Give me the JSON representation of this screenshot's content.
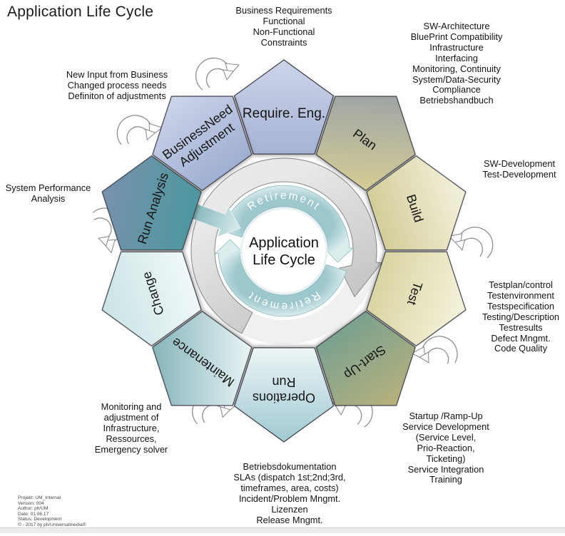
{
  "title": "Application Life Cycle",
  "diagram": {
    "center_title_line1": "Application",
    "center_title_line2": "Life Cycle",
    "ring_text_top": "Retirement",
    "ring_text_bottom": "Retirement",
    "phases": [
      {
        "id": "require-eng",
        "label": "Require. Eng.",
        "color_a": "#ccd4e8",
        "color_b": "#a6b3d5"
      },
      {
        "id": "plan",
        "label": "Plan",
        "color_a": "#8f99aa",
        "color_b": "#d2cb96"
      },
      {
        "id": "build",
        "label": "Build",
        "color_a": "#f4f2de",
        "color_b": "#d3cd99"
      },
      {
        "id": "test",
        "label": "Test",
        "color_a": "#f5f3dc",
        "color_b": "#d9d4a2"
      },
      {
        "id": "start-up",
        "label": "Start-Up",
        "color_a": "#b7b17d",
        "color_b": "#7aa18e"
      },
      {
        "id": "operations-run",
        "lines": [
          "Operations",
          "Run"
        ],
        "color_a": "#9fc9d1",
        "color_b": "#ecf5f6"
      },
      {
        "id": "maintenance",
        "label": "Maintenance",
        "color_a": "#6fa7ad",
        "color_b": "#e8f3f4"
      },
      {
        "id": "change",
        "label": "Change",
        "color_a": "#c9e3e4",
        "color_b": "#f0f8f8"
      },
      {
        "id": "run-analysis",
        "label": "Run Analysis",
        "color_a": "#7b91ab",
        "color_b": "#4f97a0"
      },
      {
        "id": "businessneed-adjustment",
        "lines": [
          "BusinessNeed",
          "Adjustment"
        ],
        "color_a": "#ced5ea",
        "color_b": "#9fafd2"
      }
    ]
  },
  "annotations": {
    "business_requirements": "Business Requirements\nFunctional\nNon-Functional\nConstraints",
    "plan_notes": "SW-Architecture\nBluePrint Compatibility\nInfrastructure\nInterfacing\nMonitoring, Continuity\nSystem/Data-Security\nCompliance\nBetriebshandbuch",
    "build_notes": "SW-Development\nTest-Development",
    "test_notes": "Testplan/control\nTestenvironment\nTestspecification\nTesting/Description\nTestresults\nDefect Mngmt.\nCode Quality",
    "startup_notes": "Startup /Ramp-Up\nService Development\n(Service Level,\nPrio-Reaction,\nTicketing)\nService Integration\nTraining",
    "operations_notes": "Betriebsdokumentation\nSLAs (dispatch 1st;2nd;3rd,\ntimeframes, area, costs)\nIncident/Problem Mngmt.\nLizenzen\nRelease Mngmt.",
    "maintenance_notes": "Monitoring and\nadjustment of\nInfrastructure,\nRessources,\nEmergency solver",
    "run_analysis_note": "System Performance\nAnalysis",
    "business_need_note": "New Input from Business\nChanged process needs\nDefiniton of adjustments"
  },
  "footer": {
    "lines": [
      "Projekt: UM_Internal",
      "Version: 004",
      "Author: ph/UM",
      "Date: 01.06.17",
      "Status: Development",
      "© - 2017 by ph/Universalmedia®"
    ]
  }
}
